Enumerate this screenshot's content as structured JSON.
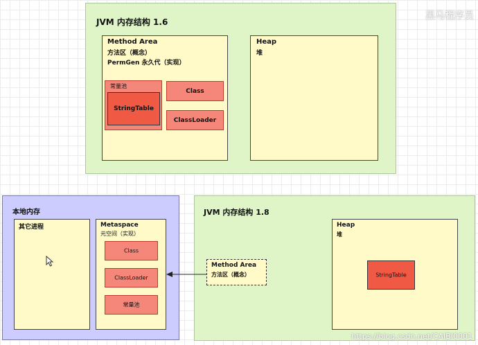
{
  "jvm16": {
    "title": "JVM 内存结构 1.6",
    "method_area": {
      "line1": "Method Area",
      "line2": "方法区（概念）",
      "line3": "PermGen 永久代（实现）",
      "constant_pool": "常量池",
      "string_table": "StringTable",
      "class": "Class",
      "class_loader": "ClassLoader"
    },
    "heap": {
      "line1": "Heap",
      "line2": "堆"
    }
  },
  "native": {
    "title": "本地内存",
    "other_processes": "其它进程",
    "metaspace": {
      "line1": "Metaspace",
      "line2": "元空间（实现）",
      "class": "Class",
      "class_loader": "ClassLoader",
      "constant_pool": "常量池"
    }
  },
  "jvm18": {
    "title": "JVM 内存结构 1.8",
    "method_area": {
      "line1": "Method Area",
      "line2": "方法区（概念）"
    },
    "heap": {
      "line1": "Heap",
      "line2": "堆",
      "string_table": "StringTable"
    }
  },
  "watermark": "https://blog.csdn.net/CAIBI0001",
  "watermark_top": "黑马程序员"
}
